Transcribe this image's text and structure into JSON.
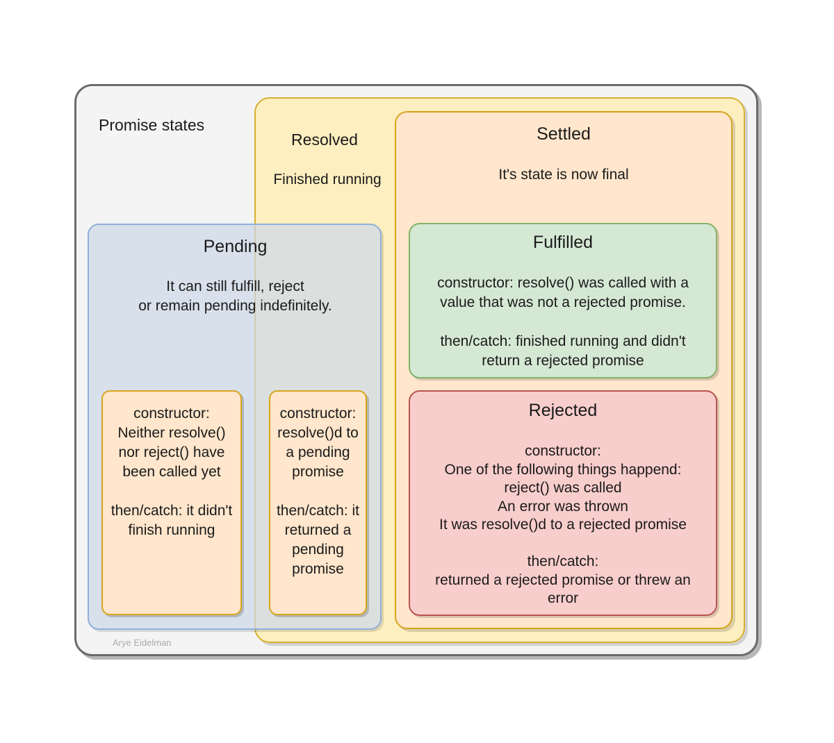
{
  "outer": {
    "title": "Promise states",
    "author": "Arye Eidelman"
  },
  "resolved": {
    "title": "Resolved",
    "description": "Finished running"
  },
  "settled": {
    "title": "Settled",
    "description": "It's state is now final"
  },
  "pending": {
    "title": "Pending",
    "description": [
      "It can still fulfill, reject",
      "or remain pending indefinitely."
    ],
    "case_constructor_not_called": [
      "constructor:",
      "Neither resolve()",
      "nor reject() have",
      "been called yet",
      "",
      "then/catch: it didn't",
      "finish running"
    ],
    "case_resolved_to_pending": [
      "constructor:",
      "resolve()d to",
      "a pending",
      "promise",
      "",
      "then/catch: it",
      "returned a",
      "pending",
      "promise"
    ]
  },
  "fulfilled": {
    "title": "Fulfilled",
    "description": [
      "constructor: resolve() was called with a",
      "value that was not a rejected promise.",
      "",
      "then/catch: finished running and didn't",
      "return a rejected promise"
    ]
  },
  "rejected": {
    "title": "Rejected",
    "description": [
      "constructor:",
      "One of the following things happend:",
      "reject() was called",
      "An error was thrown",
      "It was resolve()d to a rejected promise",
      "",
      "then/catch:",
      "returned a rejected promise or threw an",
      "error"
    ]
  },
  "colors": {
    "outer_fill": "#f4f4f4",
    "outer_stroke": "#6b6b6b",
    "resolved_fill": "#fff2cc",
    "resolved_stroke": "#d6b656",
    "settled_fill": "#ffe6cc",
    "settled_stroke": "#d79b00",
    "fulfilled_fill": "#d5e8d4",
    "fulfilled_stroke": "#82b366",
    "rejected_fill": "#f8cecc",
    "rejected_stroke": "#b85450",
    "pending_fill": "#dae8fc",
    "pending_stroke": "#6c8ebf"
  }
}
